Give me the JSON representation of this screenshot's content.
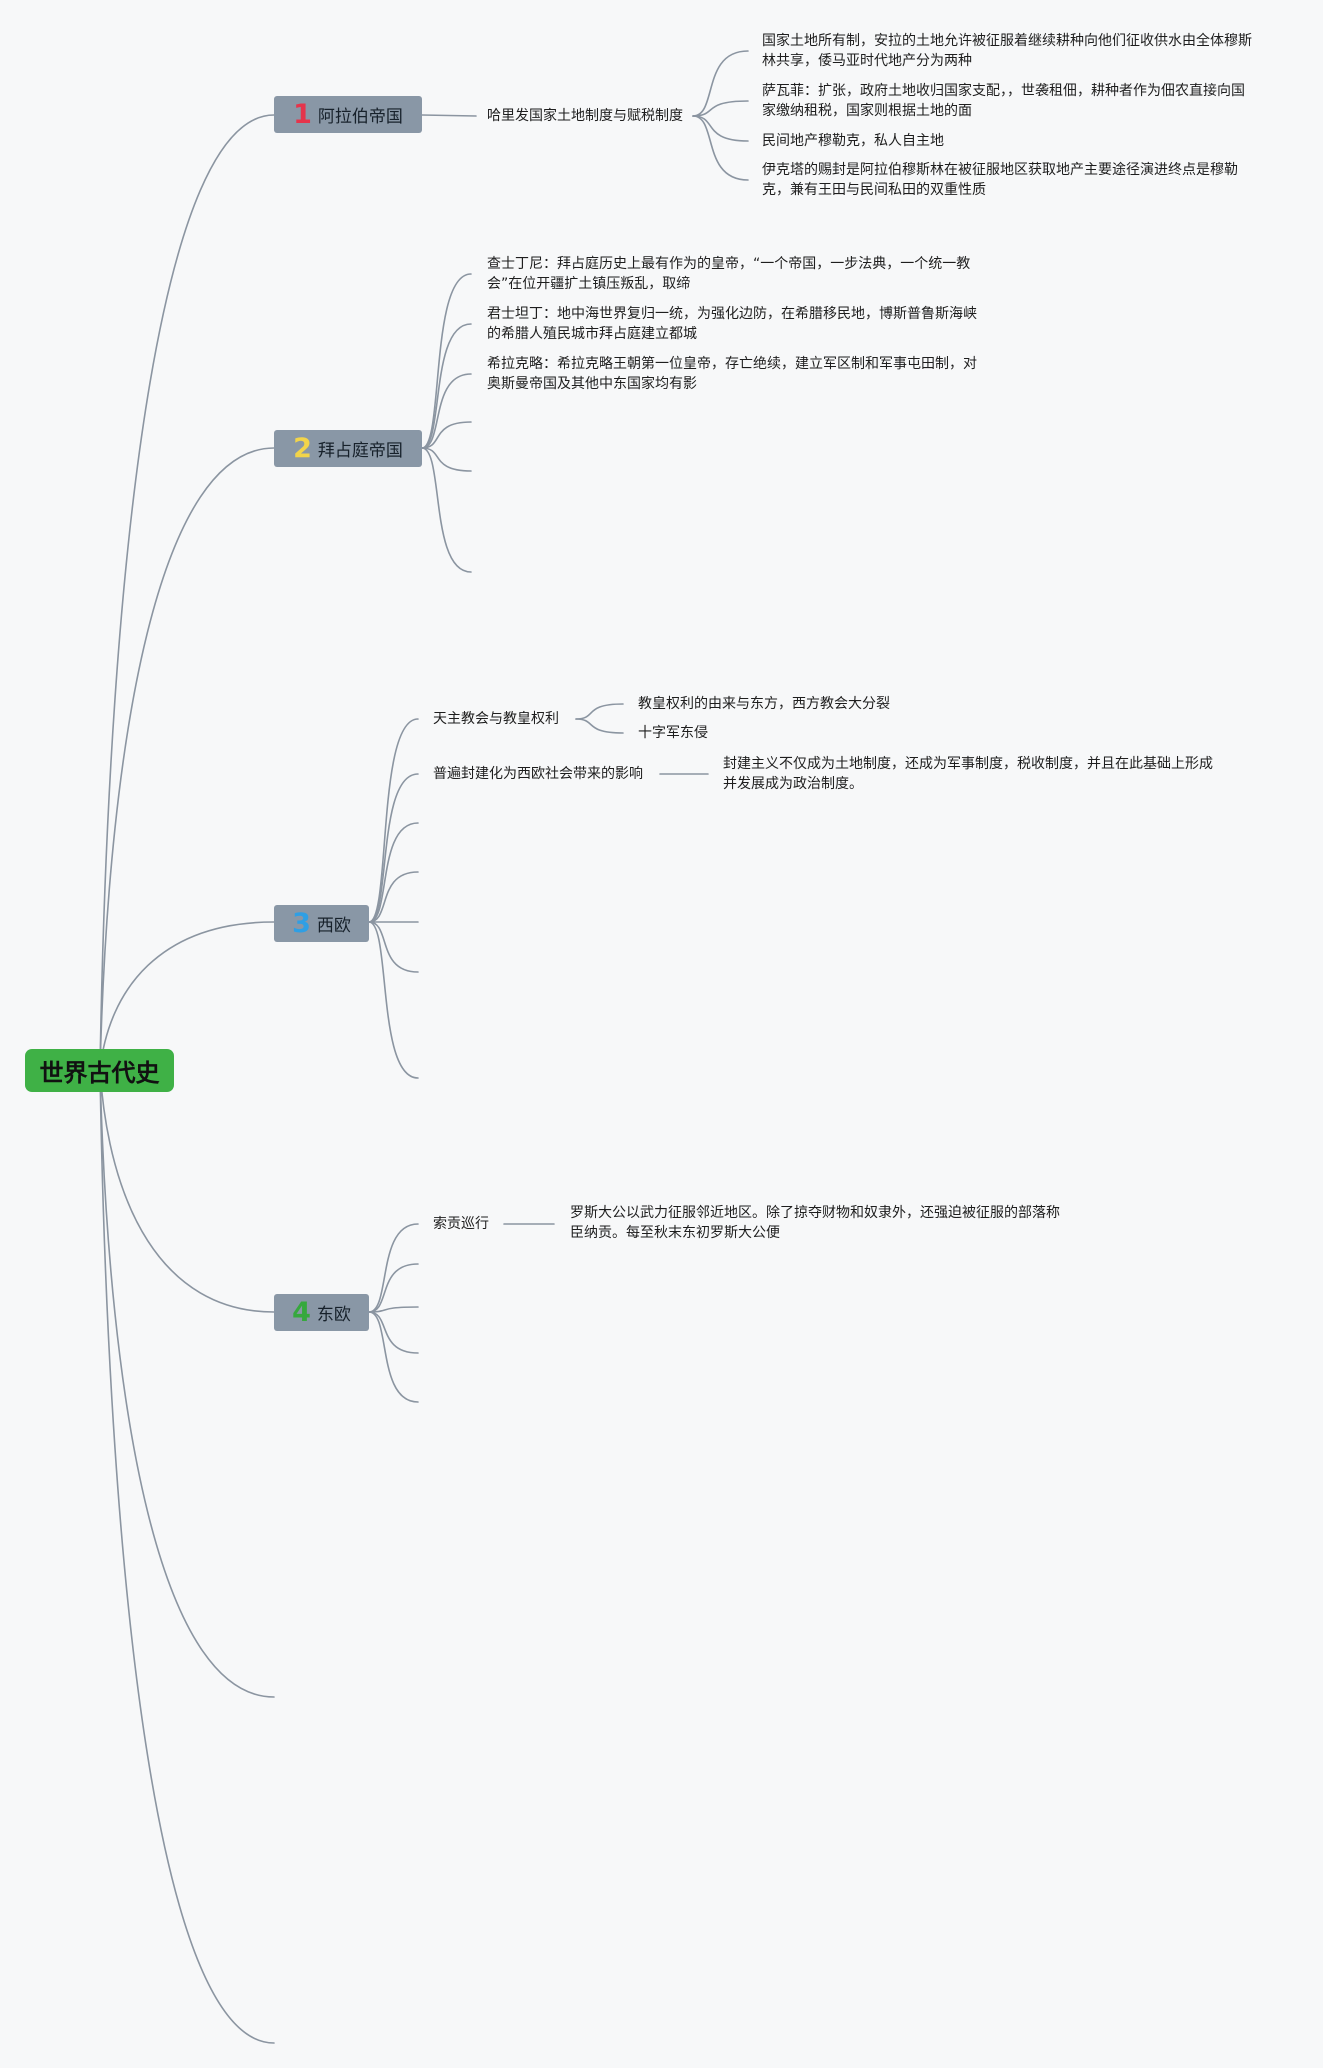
{
  "root": {
    "title": "世界古代史"
  },
  "colors": {
    "background": "#f7f8f9",
    "root_fill": "#3fb146",
    "branch_fill": "#8997a6",
    "connector": "#8b95a1"
  },
  "branches": [
    {
      "number": "1",
      "number_color": "#e5344b",
      "label": "阿拉伯帝国",
      "children": [
        {
          "text": "哈里发国家土地制度与赋税制度",
          "children": [
            {
              "text": "国家土地所有制，安拉的土地允许被征服着继续耕种向他们征收供水由全体穆斯林共享，倭马亚时代地产分为两种"
            },
            {
              "text": "萨瓦菲：扩张，政府土地收归国家支配，，世袭租佃，耕种者作为佃农直接向国家缴纳租税，国家则根据土地的面"
            },
            {
              "text": "民间地产穆勒克，私人自主地"
            },
            {
              "text": "伊克塔的赐封是阿拉伯穆斯林在被征服地区获取地产主要途径演进终点是穆勒克，兼有王田与民间私田的双重性质"
            }
          ]
        }
      ]
    },
    {
      "number": "2",
      "number_color": "#f2d44a",
      "label": "拜占庭帝国",
      "children": [
        {
          "text": "查士丁尼：拜占庭历史上最有作为的皇帝，“一个帝国，一步法典，一个统一教会”在位开疆扩土镇压叛乱，取缔"
        },
        {
          "text": "君士坦丁：地中海世界复归一统，为强化边防，在希腊移民地，博斯普鲁斯海峡的希腊人殖民城市拜占庭建立都城"
        },
        {
          "text": "希拉克略：希拉克略王朝第一位皇帝，存亡绝续，建立军区制和军事屯田制，对奥斯曼帝国及其他中东国家均有影"
        }
      ]
    },
    {
      "number": "3",
      "number_color": "#2f9fe4",
      "label": "西欧",
      "children": [
        {
          "text": "天主教会与教皇权利",
          "children": [
            {
              "text": "教皇权利的由来与东方，西方教会大分裂"
            },
            {
              "text": "十字军东侵"
            }
          ]
        },
        {
          "text": "普遍封建化为西欧社会带来的影响",
          "children": [
            {
              "text": "封建主义不仅成为土地制度，还成为军事制度，税收制度，并且在此基础上形成并发展成为政治制度。"
            }
          ]
        }
      ]
    },
    {
      "number": "4",
      "number_color": "#36a83d",
      "label": "东欧",
      "children": [
        {
          "text": "索贡巡行",
          "children": [
            {
              "text": "罗斯大公以武力征服邻近地区。除了掠夺财物和奴隶外，还强迫被征服的部落称臣纳贡。每至秋末东初罗斯大公便"
            }
          ]
        }
      ]
    }
  ]
}
